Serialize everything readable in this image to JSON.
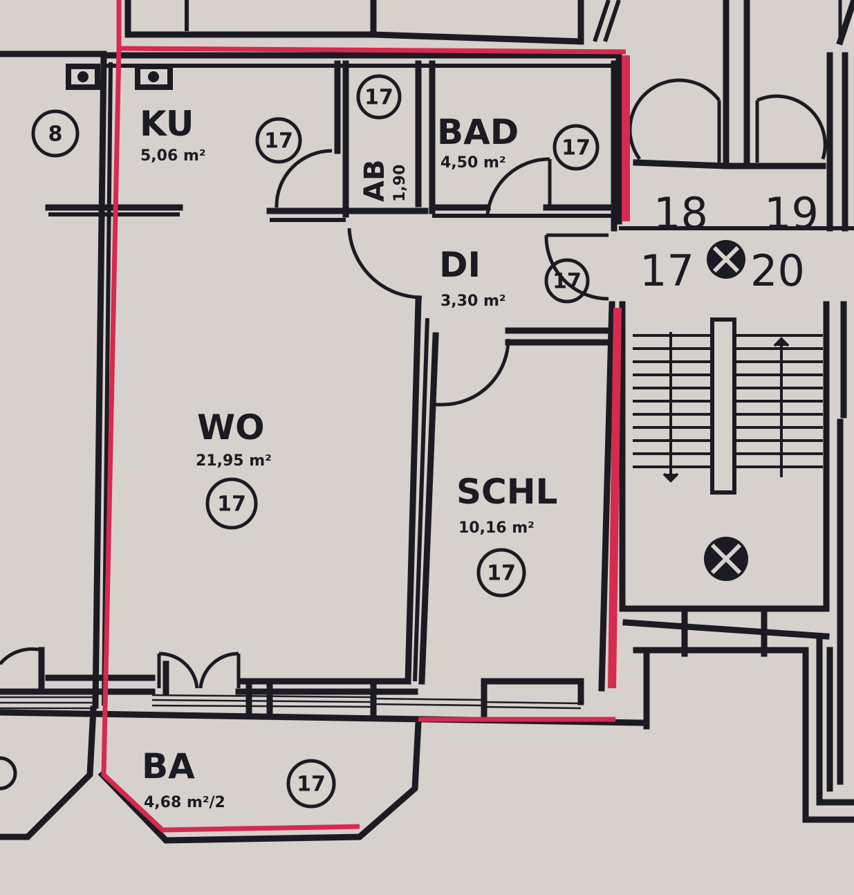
{
  "rooms": {
    "ku": {
      "name": "KU",
      "area": "5,06 m²"
    },
    "ab": {
      "name": "AB",
      "area": "1,90"
    },
    "bad": {
      "name": "BAD",
      "area": "4,50 m²"
    },
    "di": {
      "name": "DI",
      "area": "3,30 m²"
    },
    "wo": {
      "name": "WO",
      "area": "21,95 m²"
    },
    "schl": {
      "name": "SCHL",
      "area": "10,16 m²"
    },
    "ba": {
      "name": "BA",
      "area": "4,68 m²/2"
    }
  },
  "badges": {
    "ku": "17",
    "ab": "17",
    "bad": "17",
    "di": "17",
    "wo": "17",
    "schl": "17",
    "ba": "17",
    "neighbor_left": "8"
  },
  "stair_numbers": {
    "n18": "18",
    "n19": "19",
    "n17": "17",
    "n20": "20"
  },
  "colors": {
    "paper": "#d6d1cc",
    "ink": "#1c1a22",
    "unit_outline": "#d62a4f"
  }
}
